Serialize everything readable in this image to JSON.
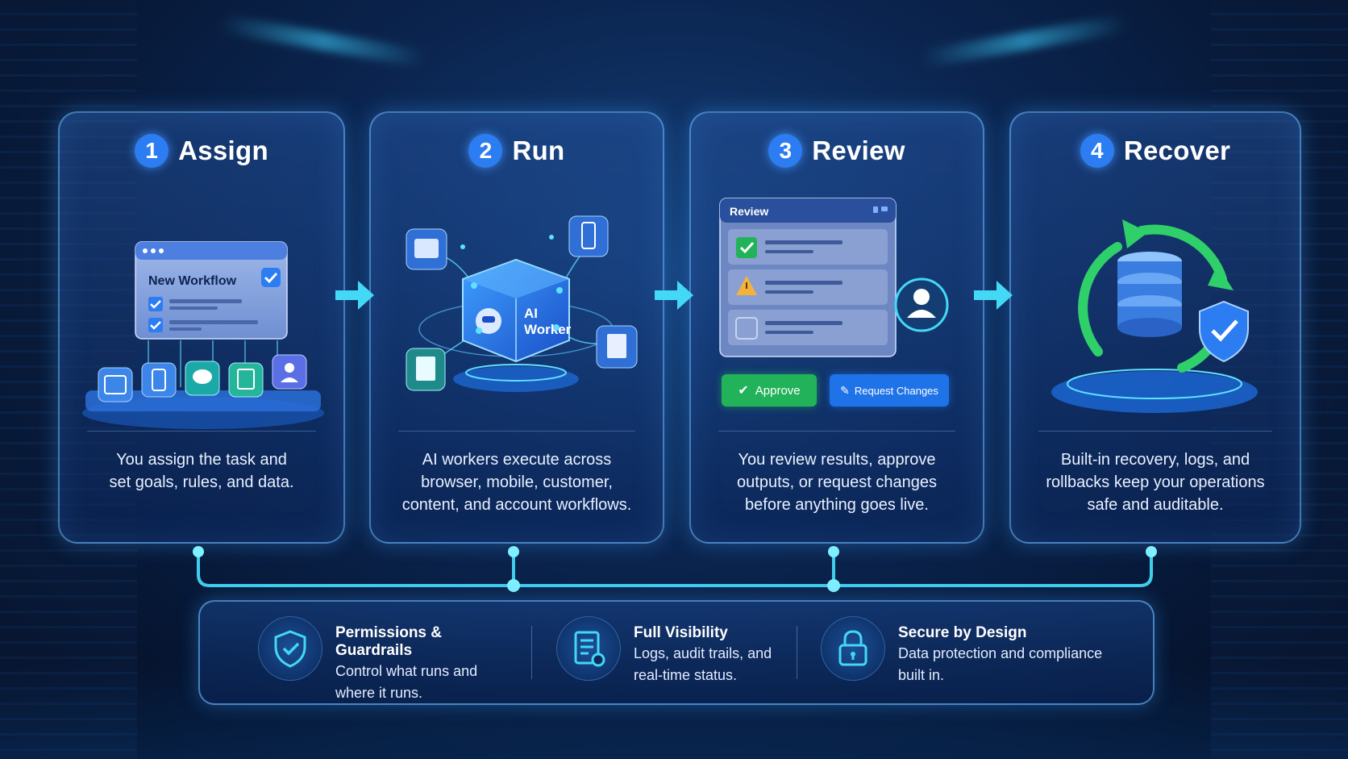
{
  "steps": [
    {
      "number": "1",
      "title": "Assign",
      "line1": "You assign the task and",
      "line2": "set goals, rules, and data.",
      "line3": ""
    },
    {
      "number": "2",
      "title": "Run",
      "line1": "AI workers execute across",
      "line2": "browser, mobile, customer,",
      "line3": "content, and account workflows."
    },
    {
      "number": "3",
      "title": "Review",
      "line1": "You review results, approve",
      "line2": "outputs, or request changes",
      "line3": "before anything goes live."
    },
    {
      "number": "4",
      "title": "Recover",
      "line1": "Built-in recovery, logs, and",
      "line2": "rollbacks keep your operations",
      "line3": "safe and auditable."
    }
  ],
  "assign_window": {
    "title": "New Workflow"
  },
  "ai_cube": {
    "line1": "AI",
    "line2": "Worker"
  },
  "review_window": {
    "title": "Review",
    "approve_label": "Approve",
    "request_label": "Request Changes"
  },
  "features": [
    {
      "title": "Permissions & Guardrails",
      "line1": "Control what runs and",
      "line2": "where it runs.",
      "icon": "shield-check-icon"
    },
    {
      "title": "Full Visibility",
      "line1": "Logs, audit trails, and",
      "line2": "real-time status.",
      "icon": "document-list-icon"
    },
    {
      "title": "Secure by Design",
      "line1": "Data protection and compliance",
      "line2": "built in.",
      "icon": "padlock-icon"
    }
  ],
  "colors": {
    "accent": "#2c7cf2",
    "cyan": "#43d8f5",
    "approve": "#22b35a",
    "request": "#1f73e8",
    "warning": "#f3b33a"
  }
}
